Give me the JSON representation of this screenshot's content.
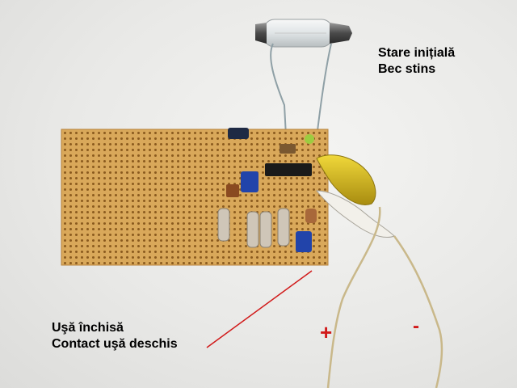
{
  "captions": {
    "top": {
      "line1": "Stare inițială",
      "line2": "Bec stins"
    },
    "bottom": {
      "line1": "Uşă închisă",
      "line2": "Contact uşă deschis"
    }
  },
  "polarity": {
    "plus": "+",
    "minus": "-"
  },
  "colors": {
    "annotation_red": "#d11a1a",
    "pcb": "#d9a85a",
    "clip_yellow": "#e0c21a"
  }
}
